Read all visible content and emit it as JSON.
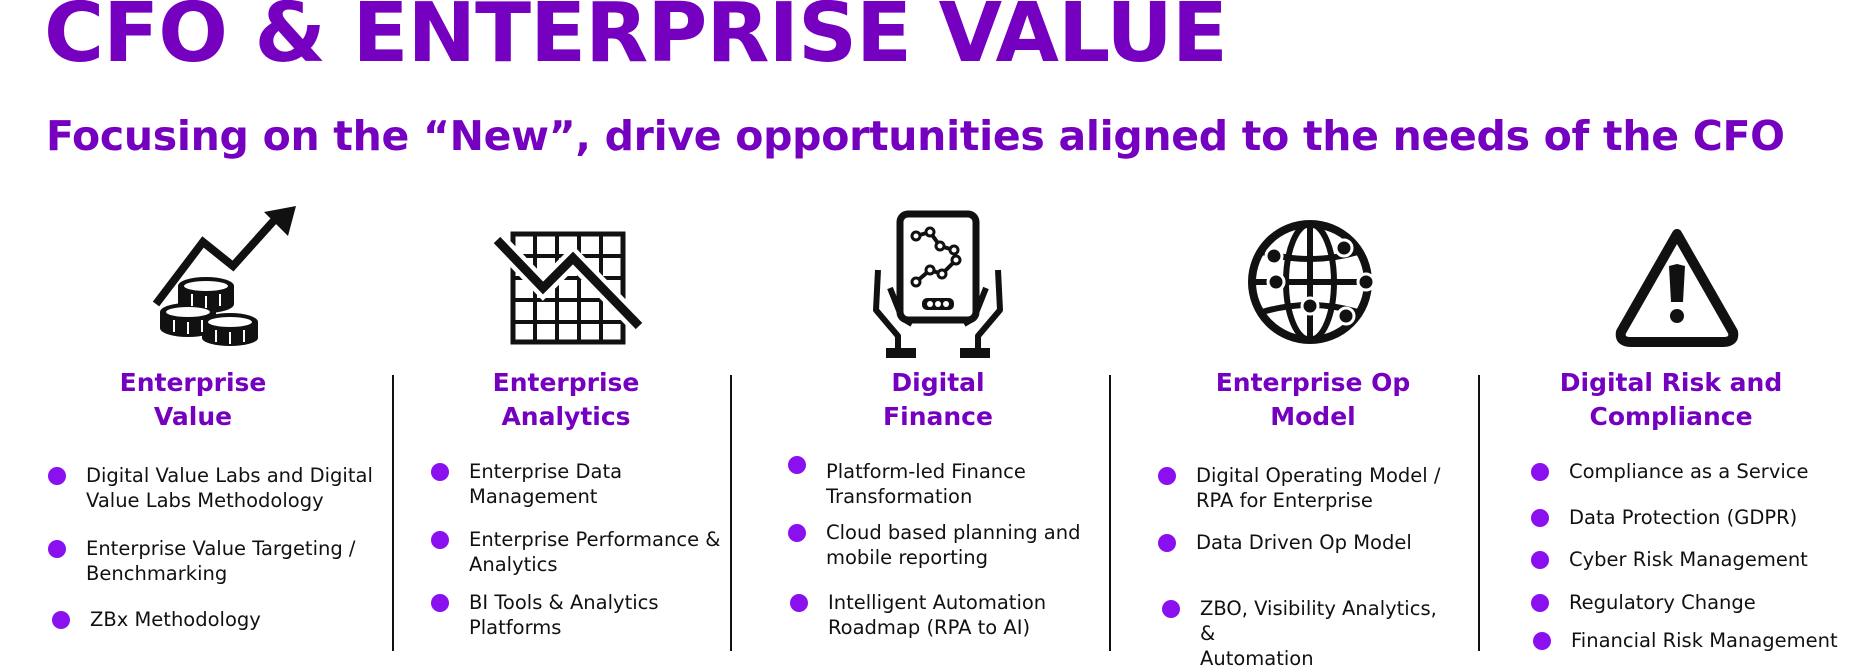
{
  "title": "CFO & ENTERPRISE VALUE",
  "subtitle": "Focusing on the “New”, drive opportunities aligned to the needs of the CFO",
  "colors": {
    "accent": "#7500c0",
    "bullet": "#8a10f0",
    "text": "#111111"
  },
  "columns": [
    {
      "icon": "coins-growth-chart-icon",
      "heading_line1": "Enterprise",
      "heading_line2": "Value",
      "items": [
        "Digital Value Labs and Digital\nValue Labs Methodology",
        "Enterprise Value Targeting /\nBenchmarking",
        "ZBx Methodology"
      ]
    },
    {
      "icon": "grid-decline-chart-icon",
      "heading_line1": "Enterprise",
      "heading_line2": "Analytics",
      "items": [
        "Enterprise Data\nManagement",
        "Enterprise Performance &\nAnalytics",
        "BI Tools & Analytics\nPlatforms"
      ]
    },
    {
      "icon": "tablet-in-hands-icon",
      "heading_line1": "Digital",
      "heading_line2": "Finance",
      "items": [
        "Platform-led Finance\nTransformation",
        "Cloud based planning and\nmobile reporting",
        "Intelligent Automation\nRoadmap (RPA to AI)"
      ]
    },
    {
      "icon": "network-globe-icon",
      "heading_line1": "Enterprise Op",
      "heading_line2": "Model",
      "items": [
        "Digital Operating Model /\nRPA for Enterprise",
        "Data Driven Op Model",
        "ZBO, Visibility Analytics, &\nAutomation"
      ]
    },
    {
      "icon": "warning-triangle-icon",
      "heading_line1": "Digital Risk and",
      "heading_line2": "Compliance",
      "items": [
        "Compliance as a Service",
        "Data Protection (GDPR)",
        "Cyber Risk Management",
        "Regulatory Change",
        "Financial Risk Management"
      ]
    }
  ]
}
